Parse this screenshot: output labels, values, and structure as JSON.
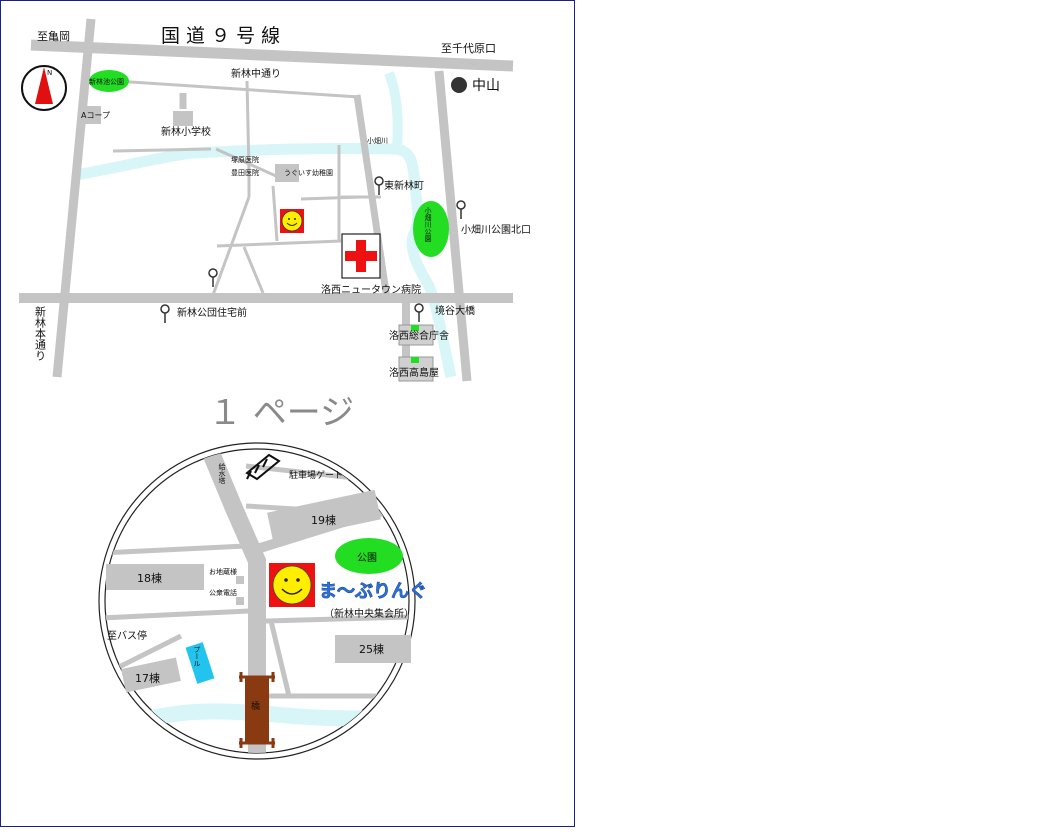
{
  "top_map": {
    "route_title": "国 道 ９ 号 線",
    "to_kameoka": "至亀岡",
    "to_sendaibara": "至千代原口",
    "nakayama": "中山",
    "compass_letter": "N",
    "shinrin_ike_park": "新林池公園",
    "a_coop": "Aコープ",
    "shinrin_naka_dori": "新林中通り",
    "shinrin_elementary": "新林小学校",
    "obata_river": "小畑川",
    "tsukahara_clinic": "塚原医院",
    "ueda_clinic": "豊田医院",
    "uguisu_nursery": "うぐいす幼稚園",
    "higashi_shinrin_cho": "東新林町",
    "obatagawa_park": "小畑川公園",
    "obatagawa_park_north": "小畑川公園北口",
    "rakusei_hospital": "洛西ニュータウン病院",
    "shinrin_hondori": "新林本通り",
    "shinrin_danchi_mae": "新林公団住宅前",
    "sakaidani_bridge": "境谷大橋",
    "rakusei_sogo": "洛西総合庁舎",
    "rakusei_takashimaya": "洛西高島屋"
  },
  "page_label": "１ ページ",
  "bottom_map": {
    "water_tower": "給水塔",
    "parking_gate": "駐車場ゲート",
    "bldg_19": "19棟",
    "park": "公園",
    "bldg_18": "18棟",
    "tokyo_shrine": "お地蔵様",
    "public_phone": "公衆電話",
    "venue_name": "ま～ぶりんぐ",
    "venue_sub": "（新林中央集会所）",
    "to_bus_stop": "至バス停",
    "pool": "プール",
    "bldg_25": "25棟",
    "bldg_17": "17棟",
    "bridge": "橋"
  },
  "colors": {
    "road": "#c4c4c4",
    "river": "#d8f6f8",
    "park_green": "#22dd22",
    "hospital_cross": "#ee1111",
    "smiley_face": "#ffee00",
    "smiley_bg": "#ee1111",
    "venue_blue": "#2a6fd6",
    "bridge_brown": "#8a3a10",
    "pool_cyan": "#22c4ee",
    "frame_border": "#1a1f8a"
  },
  "icons": [
    "compass-icon",
    "bus-stop-icon",
    "hospital-cross-icon",
    "smiley-icon",
    "station-dot-icon",
    "gate-icon"
  ]
}
